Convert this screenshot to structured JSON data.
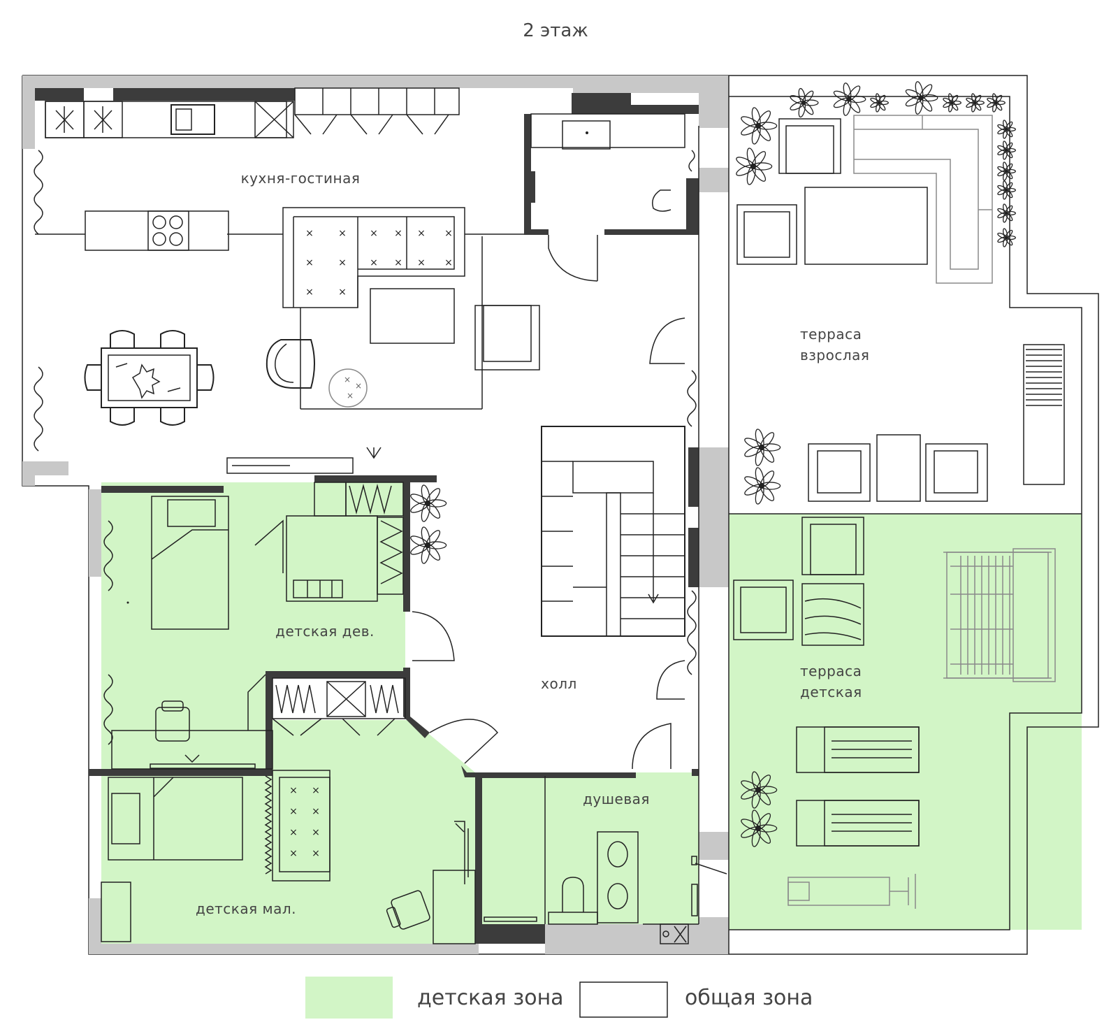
{
  "title": "2 этаж",
  "colors": {
    "kids_zone": "#d2f5c6",
    "common_zone": "#ffffff",
    "wall_dark": "#3c3c3c",
    "wall_grey": "#c8c8c8",
    "line": "#222222"
  },
  "rooms": {
    "kitchen_living": "кухня-гостиная",
    "terrace_adult_line1": "терраса",
    "terrace_adult_line2": "взрослая",
    "terrace_kids_line1": "терраса",
    "terrace_kids_line2": "детская",
    "girls_room": "детская дев.",
    "hall": "холл",
    "shower": "душевая",
    "small_kids_room": "детская мал."
  },
  "legend": {
    "kids_zone_label": "детская зона",
    "common_zone_label": "общая зона"
  }
}
